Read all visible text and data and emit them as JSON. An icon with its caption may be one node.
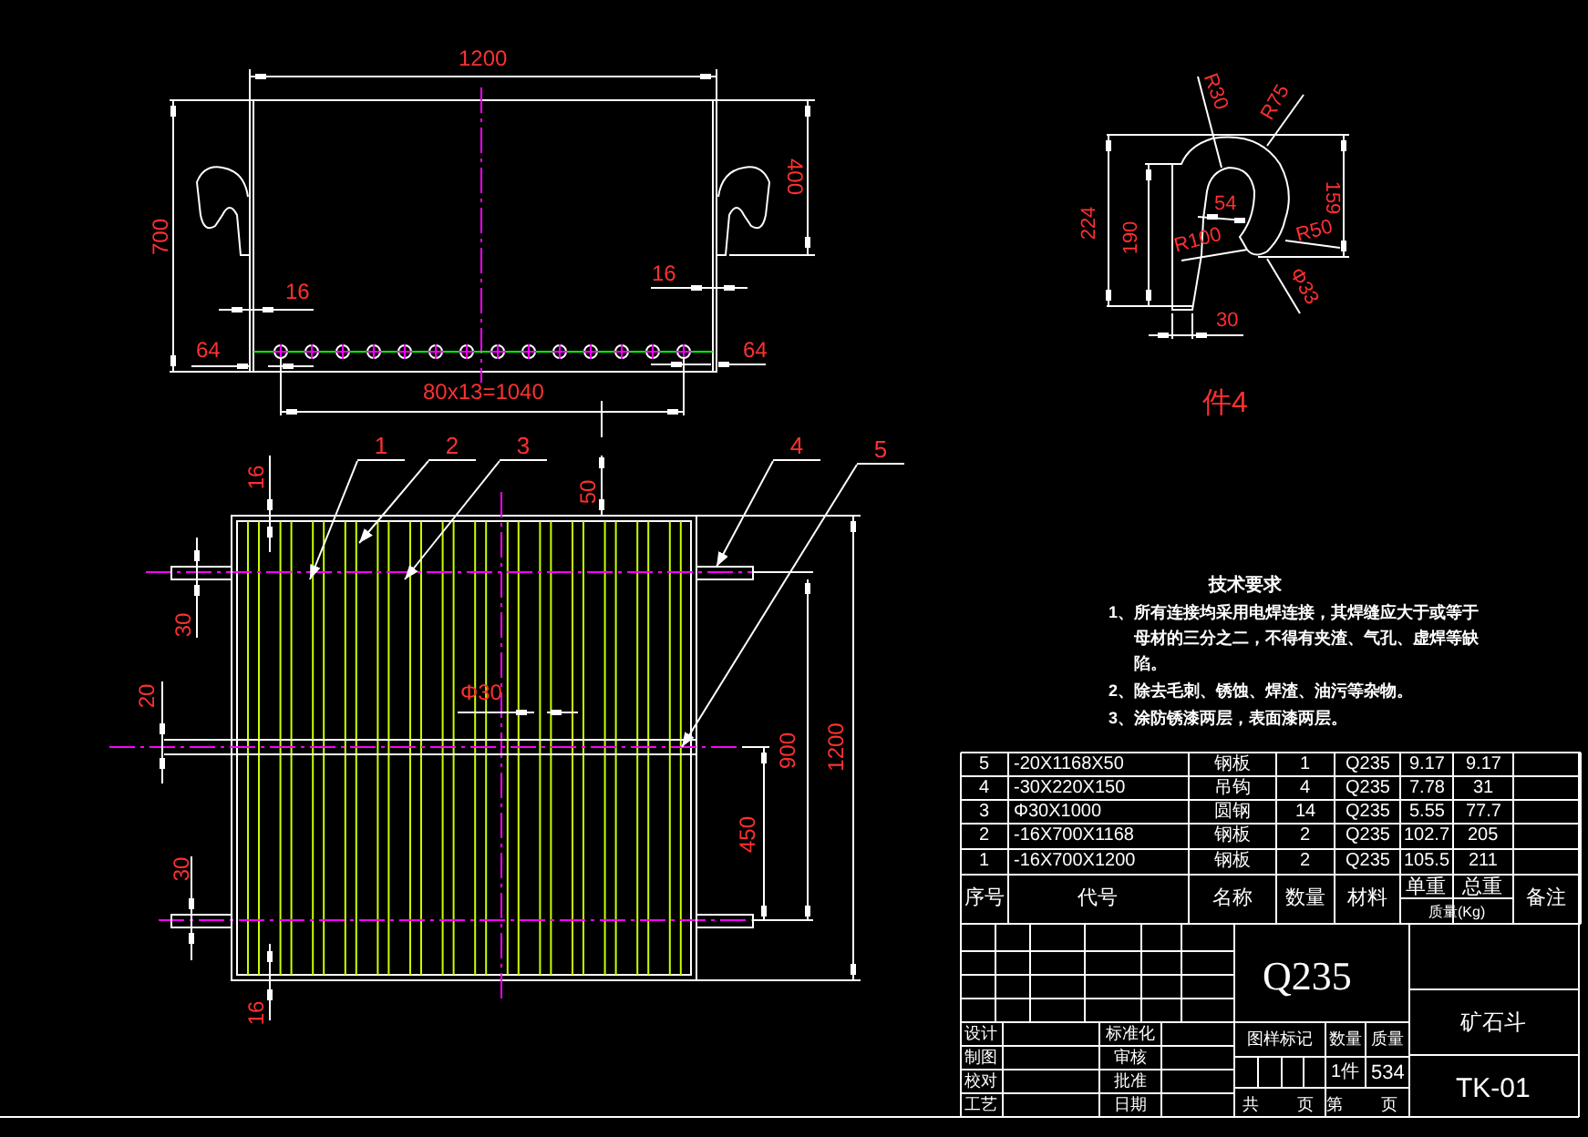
{
  "diagram": {
    "nodes": [
      {
        "text": [
          "1"
        ]
      },
      {
        "text": [
          "2"
        ]
      },
      {
        "text": [
          "3"
        ]
      },
      {
        "text": [
          "4"
        ]
      },
      {
        "text": [
          "5"
        ]
      }
    ],
    "edges": [
      {
        "from": 0,
        "to": null,
        "arrow": "to"
      },
      {
        "from": 1,
        "to": null,
        "arrow": "to"
      },
      {
        "from": 2,
        "to": null,
        "arrow": "to"
      },
      {
        "from": 3,
        "to": null,
        "arrow": "to"
      },
      {
        "from": 4,
        "to": null,
        "arrow": "to"
      }
    ],
    "labels": [
      "1200",
      "700",
      "400",
      "16",
      "16",
      "64",
      "64",
      "80x13=1040",
      "R30",
      "R75",
      "224",
      "190",
      "54",
      "R100",
      "R50",
      "159",
      "Φ33",
      "30",
      "件4",
      "16",
      "50",
      "30",
      "20",
      "Φ30",
      "30",
      "900",
      "1200",
      "450",
      "16",
      "技术要求",
      "1、所有连接均采用电焊连接，其焊缝应大于或等于母材的三分之二，不得有夹渣、气孔、虚焊等缺陷。",
      "2、除去毛刺、锈蚀、焊渣、油污等杂物。",
      "3、涂防锈漆两层，表面漆两层。",
      "5",
      "-20X1168X50",
      "钢板",
      "1",
      "Q235",
      "9.17",
      "9.17",
      "4",
      "-30X220X150",
      "吊钩",
      "4",
      "Q235",
      "7.78",
      "31",
      "3",
      "Φ30X1000",
      "圆钢",
      "14",
      "Q235",
      "5.55",
      "77.7",
      "2",
      "-16X700X1168",
      "钢板",
      "2",
      "Q235",
      "102.7",
      "205",
      "1",
      "-16X700X1200",
      "钢板",
      "2",
      "Q235",
      "105.5",
      "211",
      "序号",
      "代号",
      "名称",
      "数量",
      "材料",
      "单重",
      "总重",
      "质量(Kg)",
      "备注",
      "Q235",
      "矿石斗",
      "设计",
      "标准化",
      "图样标记",
      "数量",
      "质量",
      "制图",
      "审核",
      "校对",
      "批准",
      "1件",
      "534",
      "TK-01",
      "工艺",
      "日期",
      "共",
      "页",
      "第",
      "页"
    ]
  }
}
